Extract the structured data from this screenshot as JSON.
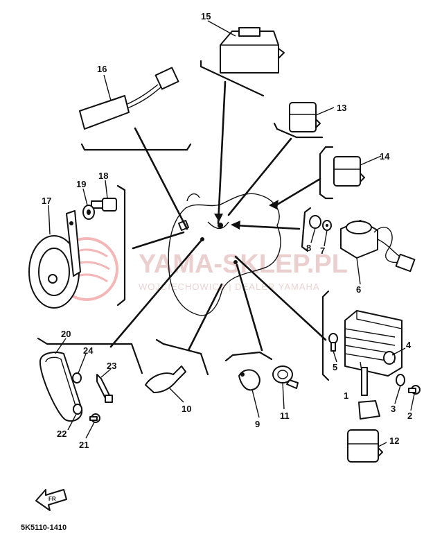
{
  "diagram_code": "5K5110-1410",
  "front_marker": "FR",
  "watermark": {
    "brand": "YAMA-SKLEP.PL",
    "subtitle": "WOJCIECHOWICZ | DEALER YAMAHA",
    "color": "#e03030"
  },
  "parts": [
    {
      "id": "p1",
      "label": "1"
    },
    {
      "id": "p2",
      "label": "2"
    },
    {
      "id": "p3",
      "label": "3"
    },
    {
      "id": "p4",
      "label": "4"
    },
    {
      "id": "p5",
      "label": "5"
    },
    {
      "id": "p6",
      "label": "6"
    },
    {
      "id": "p7",
      "label": "7"
    },
    {
      "id": "p8",
      "label": "8"
    },
    {
      "id": "p9",
      "label": "9"
    },
    {
      "id": "p10",
      "label": "10"
    },
    {
      "id": "p11",
      "label": "11"
    },
    {
      "id": "p12",
      "label": "12"
    },
    {
      "id": "p13",
      "label": "13"
    },
    {
      "id": "p14",
      "label": "14"
    },
    {
      "id": "p15",
      "label": "15"
    },
    {
      "id": "p16",
      "label": "16"
    },
    {
      "id": "p17",
      "label": "17"
    },
    {
      "id": "p18",
      "label": "18"
    },
    {
      "id": "p19",
      "label": "19"
    },
    {
      "id": "p20",
      "label": "20"
    },
    {
      "id": "p21",
      "label": "21"
    },
    {
      "id": "p22",
      "label": "22"
    },
    {
      "id": "p23",
      "label": "23"
    },
    {
      "id": "p24",
      "label": "24"
    }
  ]
}
